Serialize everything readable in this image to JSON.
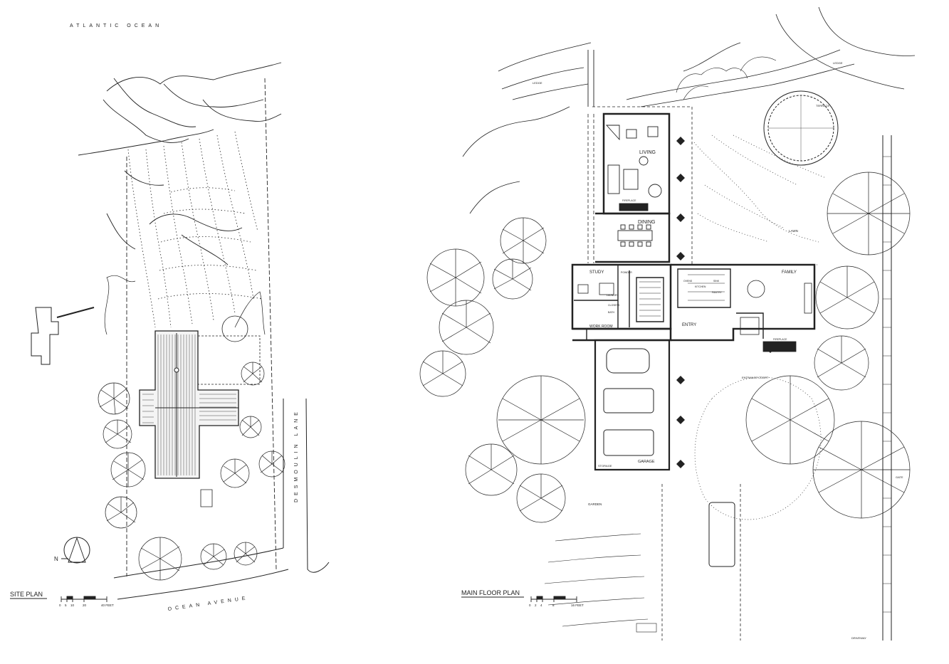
{
  "site_plan": {
    "title": "SITE PLAN",
    "ocean_label": "ATLANTIC OCEAN",
    "street_south": "OCEAN AVENUE",
    "street_east": "DESMOULIN LANE",
    "north_label": "N",
    "scale_ticks": [
      "0",
      "5",
      "10",
      "20",
      "40 FEET"
    ]
  },
  "main_floor_plan": {
    "title": "MAIN FLOOR PLAN",
    "scale_ticks": [
      "0",
      "2",
      "4",
      "8",
      "16 FEET"
    ],
    "rooms": {
      "living": "LIVING",
      "dining": "DINING",
      "study": "STUDY",
      "family": "FAMILY",
      "entry": "ENTRY",
      "work_room": "WORK ROOM",
      "garage": "GARAGE",
      "storage": "STORAGE",
      "garden": "GARDEN",
      "lawn": "LAWN",
      "terrace": "TERRACE",
      "ledge_w": "LEDGE",
      "ledge_e": "LEDGE",
      "entrance_court": "ENTRANCE COURT",
      "gate": "GATE",
      "fireplace_living": "FIREPLACE",
      "fireplace_family": "FIREPLACE",
      "powder": "POWDER",
      "pantry": "PANTRY",
      "kitchen": "KITCHEN",
      "ovens": "OVENS",
      "sink": "SINK",
      "laundry": "LAUNDRY",
      "closets": "CLOSETS",
      "bath": "BATH",
      "driveway": "DRIVEWAY"
    }
  }
}
